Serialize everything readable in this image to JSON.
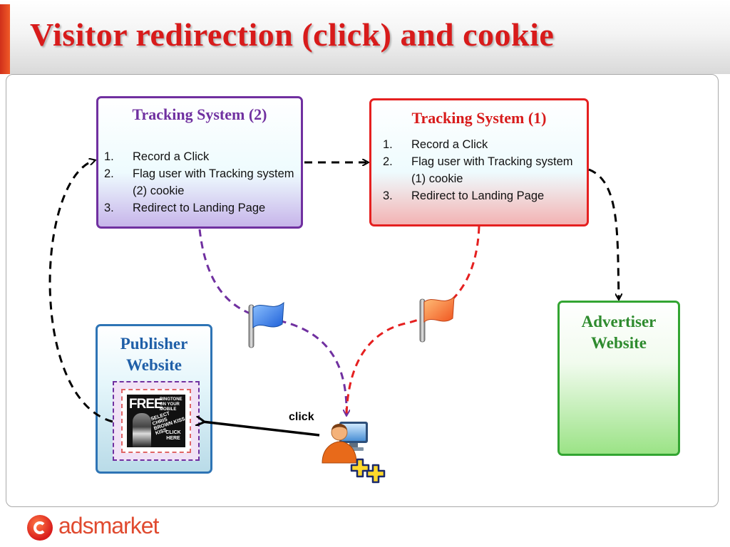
{
  "slide": {
    "title": "Visitor redirection (click) and cookie"
  },
  "tracking_system_2": {
    "heading": "Tracking System (2)",
    "steps": [
      {
        "num": "1.",
        "text": "Record a Click"
      },
      {
        "num": "2.",
        "text": "Flag user with Tracking system (2) cookie"
      },
      {
        "num": "3.",
        "text": "Redirect to Landing Page"
      }
    ]
  },
  "tracking_system_1": {
    "heading": "Tracking System (1)",
    "steps": [
      {
        "num": "1.",
        "text": "Record a Click"
      },
      {
        "num": "2.",
        "text": "Flag user with Tracking system (1) cookie"
      },
      {
        "num": "3.",
        "text": "Redirect to Landing Page"
      }
    ]
  },
  "publisher": {
    "heading": "Publisher Website",
    "ad": {
      "free": "FREE",
      "ringtone": "RINGTONE ON YOUR MOBILE",
      "select": "SELECT CHRIS BROWN KISS KISS",
      "cta": "CLICK HERE"
    }
  },
  "advertiser": {
    "heading": "Advertiser Website"
  },
  "user": {
    "action_label": "click"
  },
  "footer": {
    "logo": "adsmarket"
  },
  "colors": {
    "title_red": "#d81b1b",
    "ts2_purple": "#7030a0",
    "ts1_red": "#e52020",
    "publisher_blue": "#2e74b5",
    "advertiser_green": "#33a532"
  },
  "icons": {
    "flag_ts2": "blue-flag-icon",
    "flag_ts1": "orange-flag-icon",
    "user": "user-computer-icon",
    "add": "add-plus-icon"
  }
}
